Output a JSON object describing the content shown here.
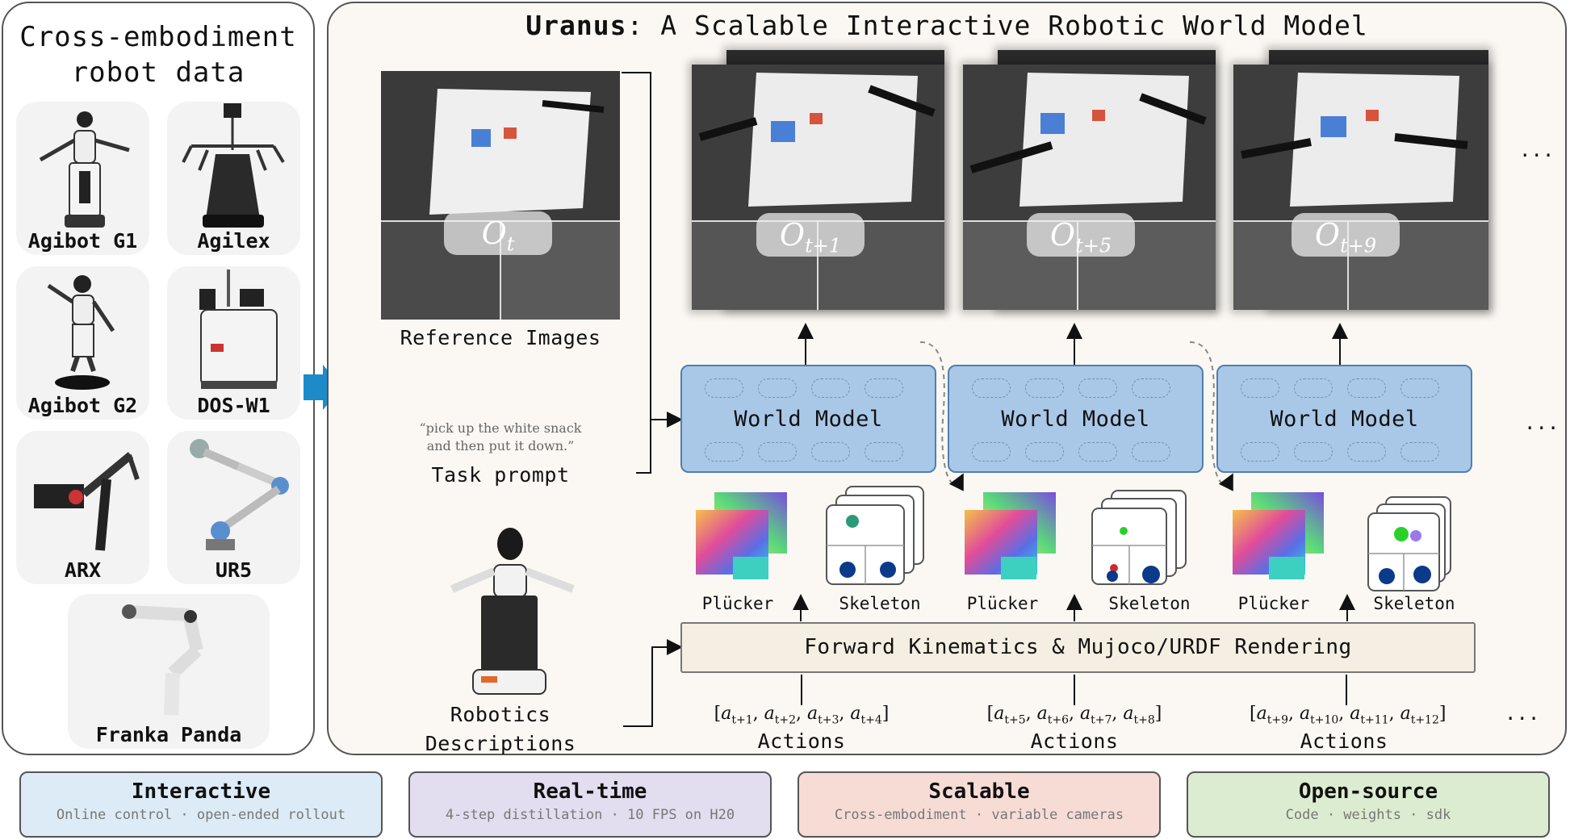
{
  "left_panel": {
    "title_line1": "Cross-embodiment",
    "title_line2": "robot data",
    "robots": [
      "Agibot G1",
      "Agilex",
      "Agibot G2",
      "DOS-W1",
      "ARX",
      "UR5",
      "Franka Panda"
    ]
  },
  "main": {
    "title_bold": "Uranus",
    "title_rest": ": A Scalable Interactive Robotic World Model",
    "reference_label": "Reference Images",
    "task_prompt_quote_line1": "“pick up the white snack",
    "task_prompt_quote_line2": "and then put it down.”",
    "task_prompt_label": "Task prompt",
    "robotics_desc_line1": "Robotics",
    "robotics_desc_line2": "Descriptions",
    "observations": [
      {
        "base": "O",
        "sub": "t"
      },
      {
        "base": "O",
        "sub": "t+1"
      },
      {
        "base": "O",
        "sub": "t+5"
      },
      {
        "base": "O",
        "sub": "t+9"
      }
    ],
    "world_model_label": "World Model",
    "plucker_label": "Plücker",
    "skeleton_label": "Skeleton",
    "fk_label": "Forward Kinematics & Mujoco/URDF Rendering",
    "actions_label": "Actions",
    "action_groups": [
      [
        "t+1",
        "t+2",
        "t+3",
        "t+4"
      ],
      [
        "t+5",
        "t+6",
        "t+7",
        "t+8"
      ],
      [
        "t+9",
        "t+10",
        "t+11",
        "t+12"
      ]
    ],
    "action_symbol": "a",
    "ellipsis": "..."
  },
  "features": [
    {
      "title": "Interactive",
      "subtitle": "Online control · open-ended rollout",
      "bg": "#dcebf5",
      "border": "#555555"
    },
    {
      "title": "Real-time",
      "subtitle": "4-step distillation · 10 FPS on H20",
      "bg": "#e3ddf0",
      "border": "#555555"
    },
    {
      "title": "Scalable",
      "subtitle": "Cross-embodiment · variable cameras",
      "bg": "#f7dcd6",
      "border": "#555555"
    },
    {
      "title": "Open-source",
      "subtitle": "Code · weights · sdk",
      "bg": "#dcecd0",
      "border": "#555555"
    }
  ],
  "colors": {
    "world_model_fill": "#a9c8e8",
    "fk_fill": "#f4efe2",
    "panel_fill": "#fbf8f3",
    "arrow_blue": "#1e8bc9"
  }
}
